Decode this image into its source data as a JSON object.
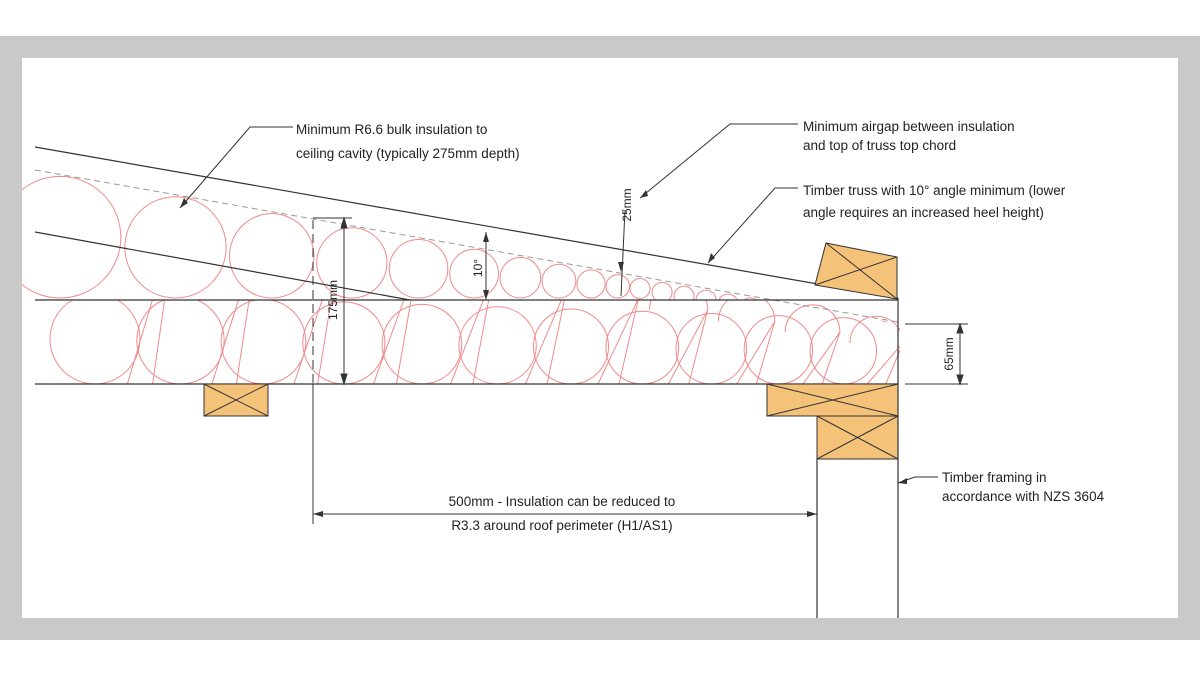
{
  "callouts": {
    "insulation_line1": "Minimum R6.6 bulk insulation to",
    "insulation_line2": "ceiling cavity (typically 275mm depth)",
    "airgap_line1": "Minimum airgap between insulation",
    "airgap_line2": "and top of truss top chord",
    "truss_line1": "Timber truss with 10° angle minimum (lower",
    "truss_line2": "angle requires an increased heel height)",
    "framing_line1": "Timber framing in",
    "framing_line2": "accordance with NZS 3604",
    "perimeter_line1": "500mm - Insulation can be reduced to",
    "perimeter_line2": "R3.3 around roof perimeter (H1/AS1)"
  },
  "dimensions": {
    "airgap": "25mm",
    "angle": "10°",
    "depth": "175mm",
    "heel": "65mm"
  },
  "colors": {
    "frame": "#c9c9c9",
    "timber": "#f5c27a",
    "insulation": "#f08a8a",
    "line": "#333333"
  }
}
